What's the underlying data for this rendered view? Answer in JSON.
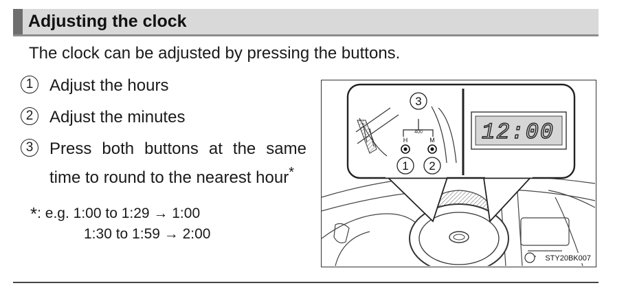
{
  "section": {
    "title": "Adjusting the clock"
  },
  "intro": "The clock can be adjusted by pressing the buttons.",
  "items": [
    {
      "num": "1",
      "text": "Adjust the hours"
    },
    {
      "num": "2",
      "text": "Adjust the minutes"
    },
    {
      "num": "3",
      "text": "Press both buttons at the same time to round to the nearest hour"
    }
  ],
  "item3_asterisk": "*",
  "note": {
    "marker": "*",
    "prefix": ": e.g. 1:00 to 1:29 → 1:00",
    "line2": "1:30 to 1:59 → 2:00"
  },
  "figure": {
    "clock_display": "12:00",
    "callout_1": "1",
    "callout_2": "2",
    "callout_3": "3",
    "button_h": "H",
    "button_m": "M",
    "button_bracket_label": "400",
    "code": "STY20BK007"
  }
}
